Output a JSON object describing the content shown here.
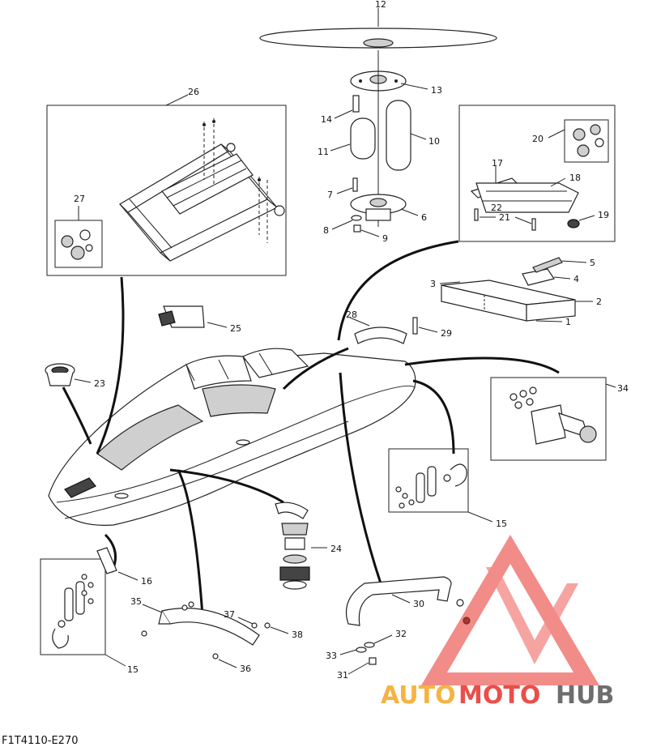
{
  "figure_code": "F1T4110-E270",
  "watermark": {
    "text_auto": "AUTO",
    "text_moto": "MOTO",
    "text_hub": "HUB",
    "color_red": "#e8302a",
    "color_orange": "#f5a623",
    "color_gray": "#555555"
  },
  "callouts": {
    "c1": "1",
    "c2": "2",
    "c3": "3",
    "c4": "4",
    "c5": "5",
    "c6": "6",
    "c7": "7",
    "c8": "8",
    "c9": "9",
    "c10": "10",
    "c11": "11",
    "c12": "12",
    "c13": "13",
    "c14": "14",
    "c15a": "15",
    "c15b": "15",
    "c16": "16",
    "c17": "17",
    "c18": "18",
    "c19": "19",
    "c20": "20",
    "c21": "21",
    "c22": "22",
    "c23": "23",
    "c24": "24",
    "c25": "25",
    "c26": "26",
    "c27": "27",
    "c28": "28",
    "c29": "29",
    "c30": "30",
    "c31": "31",
    "c32": "32",
    "c33": "33",
    "c34": "34",
    "c35": "35",
    "c36": "36",
    "c37": "37",
    "c38": "38"
  }
}
